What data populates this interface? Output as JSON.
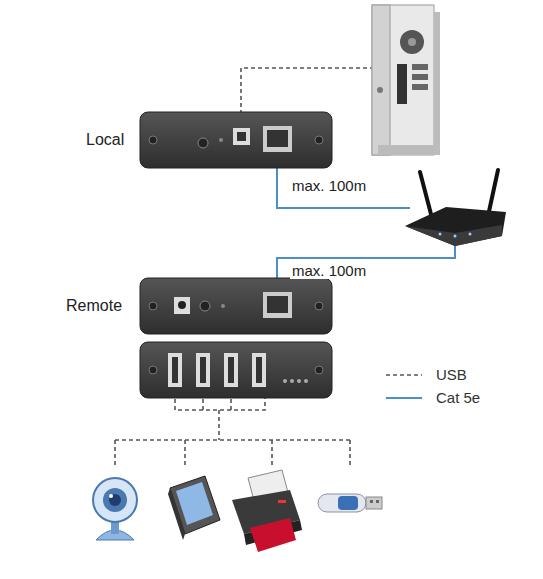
{
  "diagram": {
    "nodes": [
      {
        "text": [
          "Local"
        ]
      },
      {
        "text": [
          "Remote"
        ]
      }
    ],
    "labels": [
      "max. 100m",
      "max. 100m"
    ],
    "legend": [
      {
        "text": "USB"
      },
      {
        "text": "Cat 5e"
      }
    ]
  }
}
